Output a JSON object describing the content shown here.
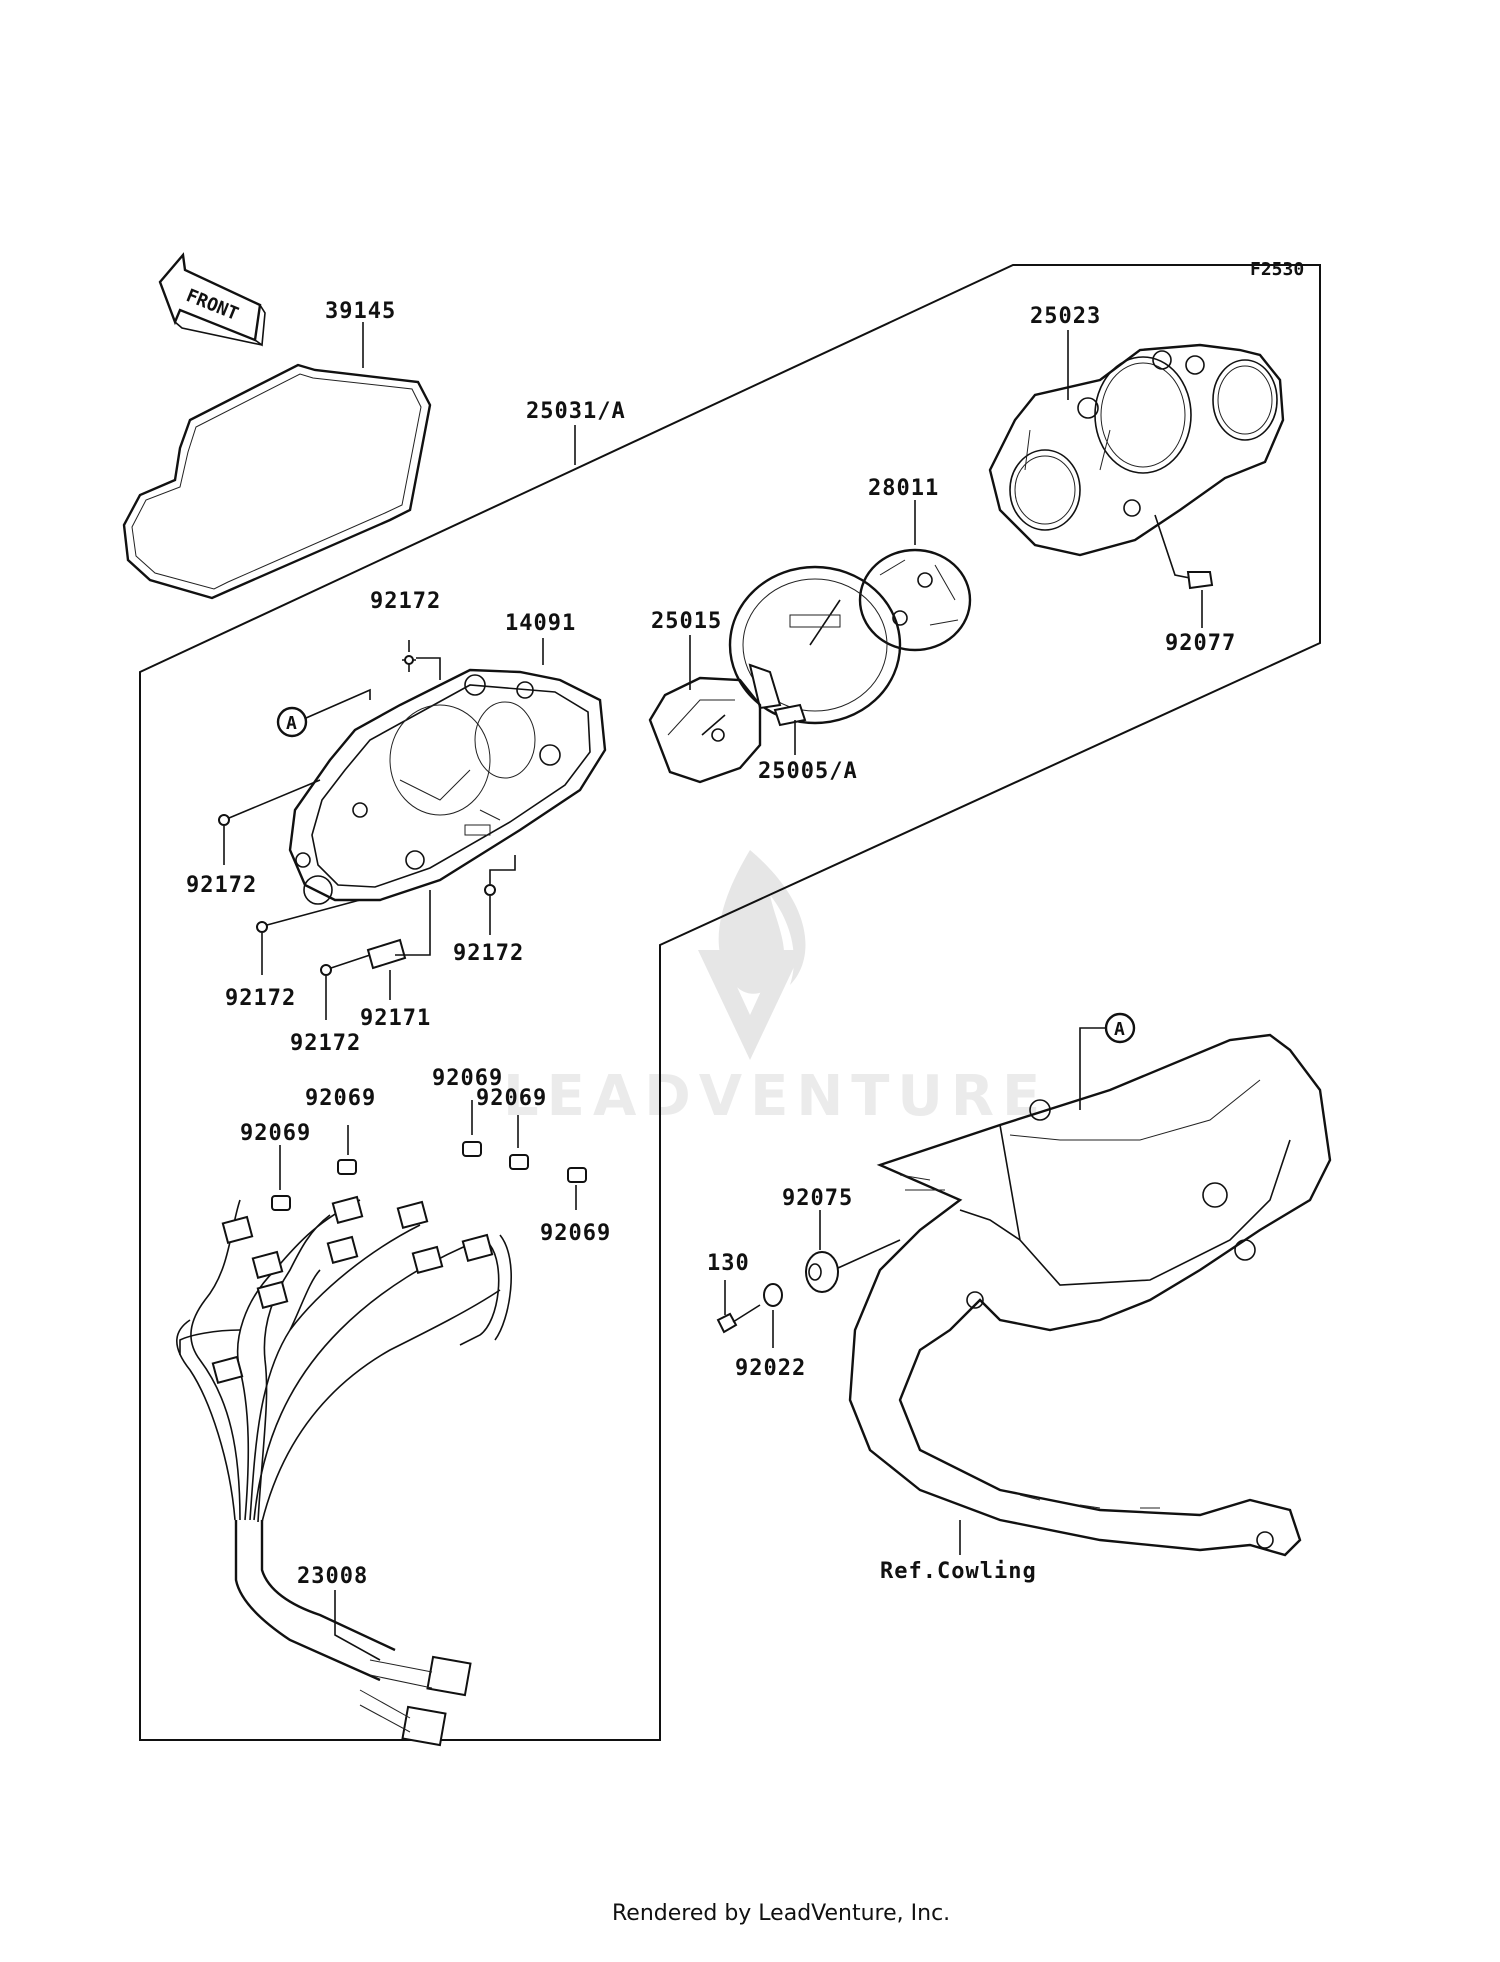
{
  "figure_code": "F2530",
  "front_label": "FRONT",
  "callout_a": "A",
  "footer": "Rendered by LeadVenture, Inc.",
  "watermark": "LEADVENTURE",
  "parts": {
    "p39145": "39145",
    "p25031": "25031/A",
    "p25023": "25023",
    "p28011": "28011",
    "p92077": "92077",
    "p25015": "25015",
    "p25005": "25005/A",
    "p14091": "14091",
    "p92172_top": "92172",
    "p92172_left": "92172",
    "p92172_right": "92172",
    "p92172_mid": "92172",
    "p92172_bottom": "92172",
    "p92171": "92171",
    "p92069_a": "92069",
    "p92069_b": "92069",
    "p92069_c": "92069",
    "p92069_d": "92069",
    "p92069_e": "92069",
    "p23008": "23008",
    "p92075": "92075",
    "p130": "130",
    "p92022": "92022",
    "ref_cowling": "Ref.Cowling"
  }
}
